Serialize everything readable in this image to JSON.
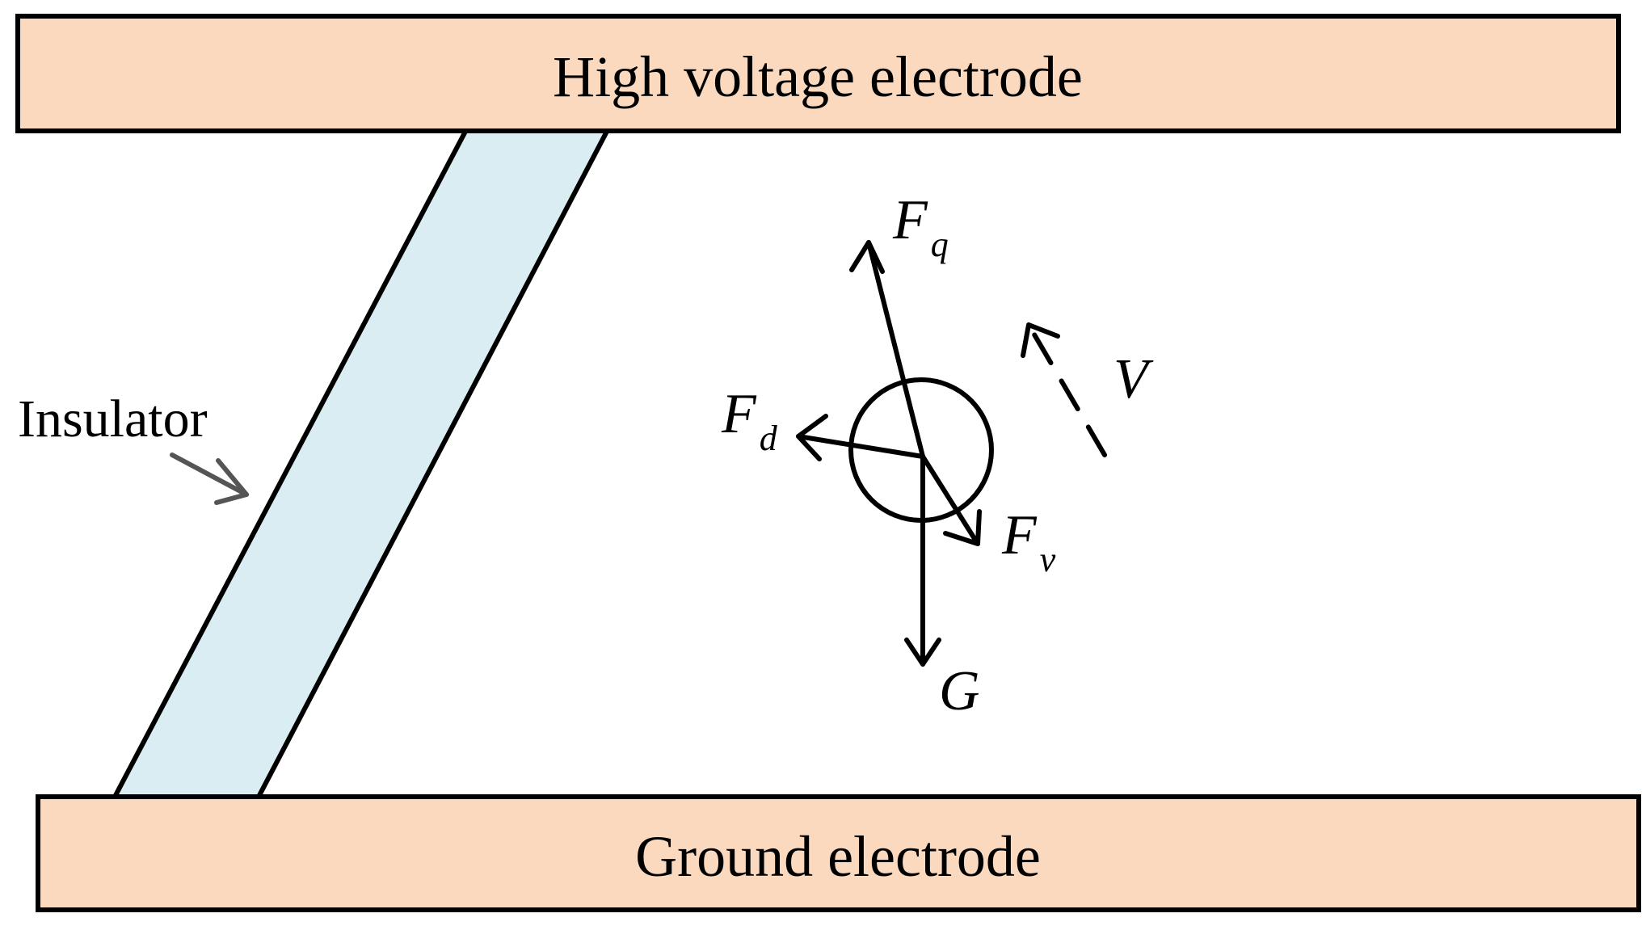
{
  "electrodes": {
    "high_voltage_label": "High voltage electrode",
    "ground_label": "Ground electrode"
  },
  "insulator": {
    "label": "Insulator"
  },
  "forces": {
    "fq": {
      "symbol": "F",
      "subscript": "q"
    },
    "fd": {
      "symbol": "F",
      "subscript": "d"
    },
    "fv": {
      "symbol": "F",
      "subscript": "v"
    },
    "g": {
      "symbol": "G"
    }
  },
  "velocity": {
    "symbol": "V"
  },
  "colors": {
    "electrode_fill": "#FAD9BF",
    "insulator_fill": "#DAEDF3",
    "stroke": "#000000",
    "pointer_arrow": "#555555"
  }
}
